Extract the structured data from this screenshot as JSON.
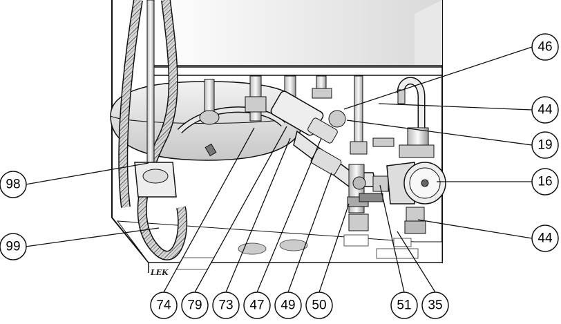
{
  "brand_label": "LEK",
  "callouts": [
    {
      "id": "46",
      "label": "46"
    },
    {
      "id": "44a",
      "label": "44"
    },
    {
      "id": "19",
      "label": "19"
    },
    {
      "id": "16",
      "label": "16"
    },
    {
      "id": "44b",
      "label": "44"
    },
    {
      "id": "98",
      "label": "98"
    },
    {
      "id": "99",
      "label": "99"
    },
    {
      "id": "74",
      "label": "74"
    },
    {
      "id": "79",
      "label": "79"
    },
    {
      "id": "73",
      "label": "73"
    },
    {
      "id": "47",
      "label": "47"
    },
    {
      "id": "49",
      "label": "49"
    },
    {
      "id": "50",
      "label": "50"
    },
    {
      "id": "51",
      "label": "51"
    },
    {
      "id": "35",
      "label": "35"
    }
  ]
}
